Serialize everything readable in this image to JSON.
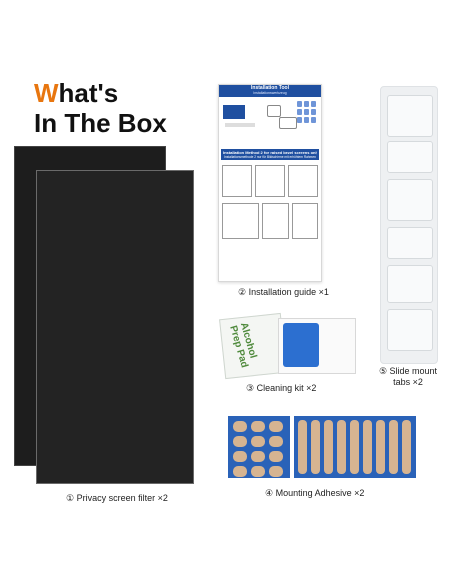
{
  "heading": {
    "line1_accent": "W",
    "line1_rest": "hat's",
    "line2": "In The Box"
  },
  "captions": {
    "privacy": "① Privacy screen filter ×2",
    "guide": "② Installation guide ×1",
    "cleaning": "③ Cleaning kit ×2",
    "adhesive": "④ Mounting Adhesive ×2",
    "tabs_line1": "⑤ Slide mount",
    "tabs_line2": "tabs  ×2"
  },
  "guide_card": {
    "header": "Installation Tool",
    "header_sub": "Installationswerkzeug",
    "method_line1": "Installation Method 2 for raised bezel screens only",
    "method_line2": "Installationsmethode 2 nur für Bildschirme mit erhöhtem Rahmen"
  },
  "cleaning_kit": {
    "label_line1": "Alcohol",
    "label_line2": "Prep Pad"
  },
  "colors": {
    "accent": "#e8760f",
    "guide_blue": "#1f4fa0",
    "tab_blue": "#6f95d8",
    "adhesive_blue": "#2a62b8",
    "adhesive_tan": "#d6b491",
    "pad_green": "#4f8a3c"
  }
}
